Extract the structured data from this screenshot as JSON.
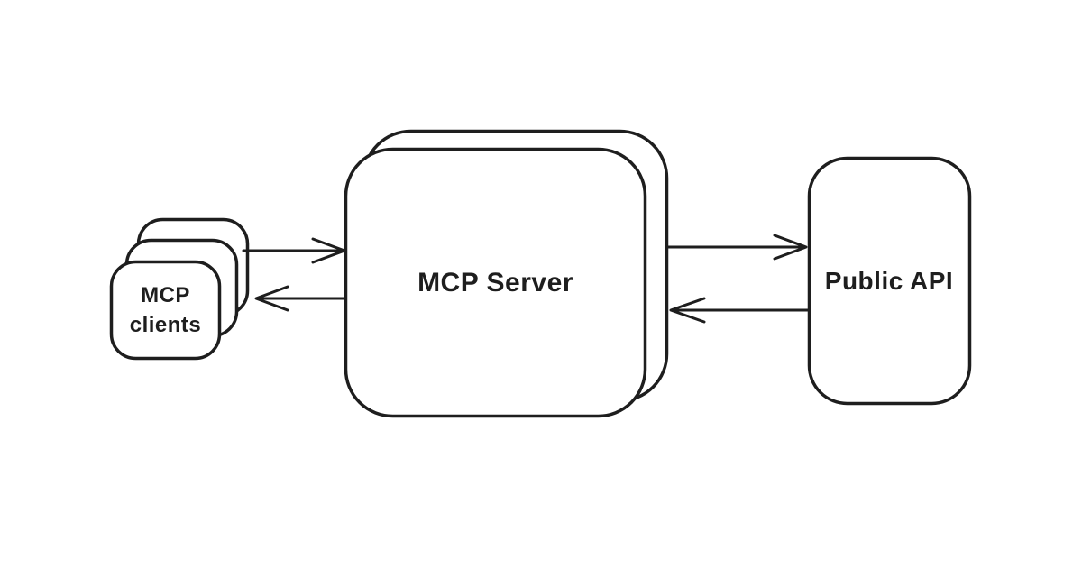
{
  "diagram": {
    "background_color": "#ffffff",
    "stroke_color": "#1e1e1e",
    "nodes": [
      {
        "id": "mcp-clients",
        "label": "MCP\nclients",
        "shape": "rounded-rect-stack",
        "stack_count": 3
      },
      {
        "id": "mcp-server",
        "label": "MCP Server",
        "shape": "rounded-rect-stack",
        "stack_count": 2
      },
      {
        "id": "public-api",
        "label": "Public API",
        "shape": "rounded-rect",
        "stack_count": 1
      }
    ],
    "edges": [
      {
        "from": "mcp-clients",
        "to": "mcp-server",
        "arrow": "right"
      },
      {
        "from": "mcp-server",
        "to": "mcp-clients",
        "arrow": "left"
      },
      {
        "from": "mcp-server",
        "to": "public-api",
        "arrow": "right"
      },
      {
        "from": "public-api",
        "to": "mcp-server",
        "arrow": "left"
      }
    ]
  }
}
